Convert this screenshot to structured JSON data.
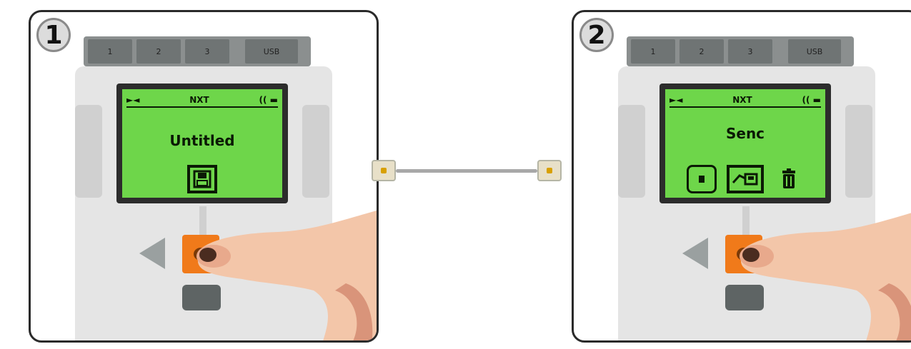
{
  "panels": [
    {
      "step": "1",
      "status_left": "►◄",
      "status_center": "NXT",
      "status_right": "(( ▬",
      "screen_title": "Untitled",
      "icons": [
        "file-save-icon"
      ],
      "ports": [
        "1",
        "2",
        "3",
        "USB"
      ]
    },
    {
      "step": "2",
      "status_left": "►◄",
      "status_center": "NXT",
      "status_right": "(( ▬",
      "screen_title": "Senc",
      "icons": [
        "stop-icon",
        "send-file-icon",
        "trash-icon"
      ],
      "ports": [
        "1",
        "2",
        "3",
        "USB"
      ]
    }
  ],
  "colors": {
    "screen_green": "#6ed64a",
    "enter_orange": "#f07a1a",
    "brick_gray": "#e5e5e5",
    "dark_gray": "#5e6464"
  }
}
